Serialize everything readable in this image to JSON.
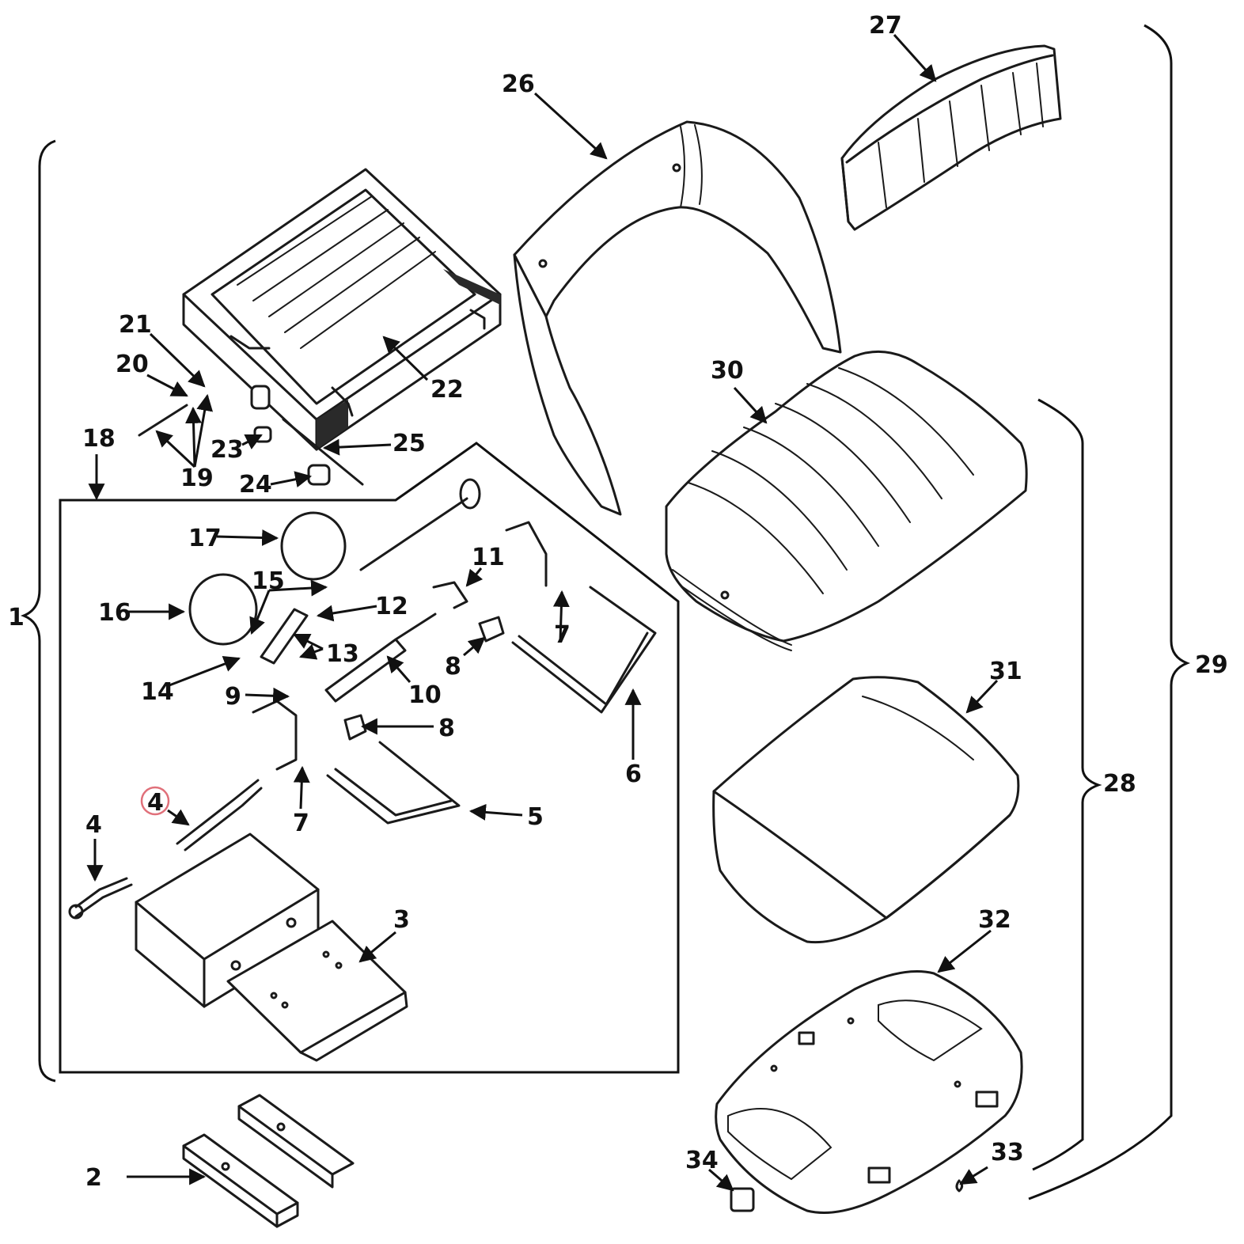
{
  "labels": {
    "l1": "1",
    "l2": "2",
    "l3": "3",
    "l4a": "4",
    "l4b": "4",
    "l5": "5",
    "l6": "6",
    "l7a": "7",
    "l7b": "7",
    "l8a": "8",
    "l8b": "8",
    "l9": "9",
    "l10": "10",
    "l11": "11",
    "l12": "12",
    "l13": "13",
    "l14": "14",
    "l15": "15",
    "l16": "16",
    "l17": "17",
    "l18": "18",
    "l19": "19",
    "l20": "20",
    "l21": "21",
    "l22": "22",
    "l23": "23",
    "l24": "24",
    "l25": "25",
    "l26": "26",
    "l27": "27",
    "l28": "28",
    "l29": "29",
    "l30": "30",
    "l31": "31",
    "l32": "32",
    "l33": "33",
    "l34": "34"
  },
  "highlight": {
    "label": "4",
    "color": "#e0707a"
  }
}
